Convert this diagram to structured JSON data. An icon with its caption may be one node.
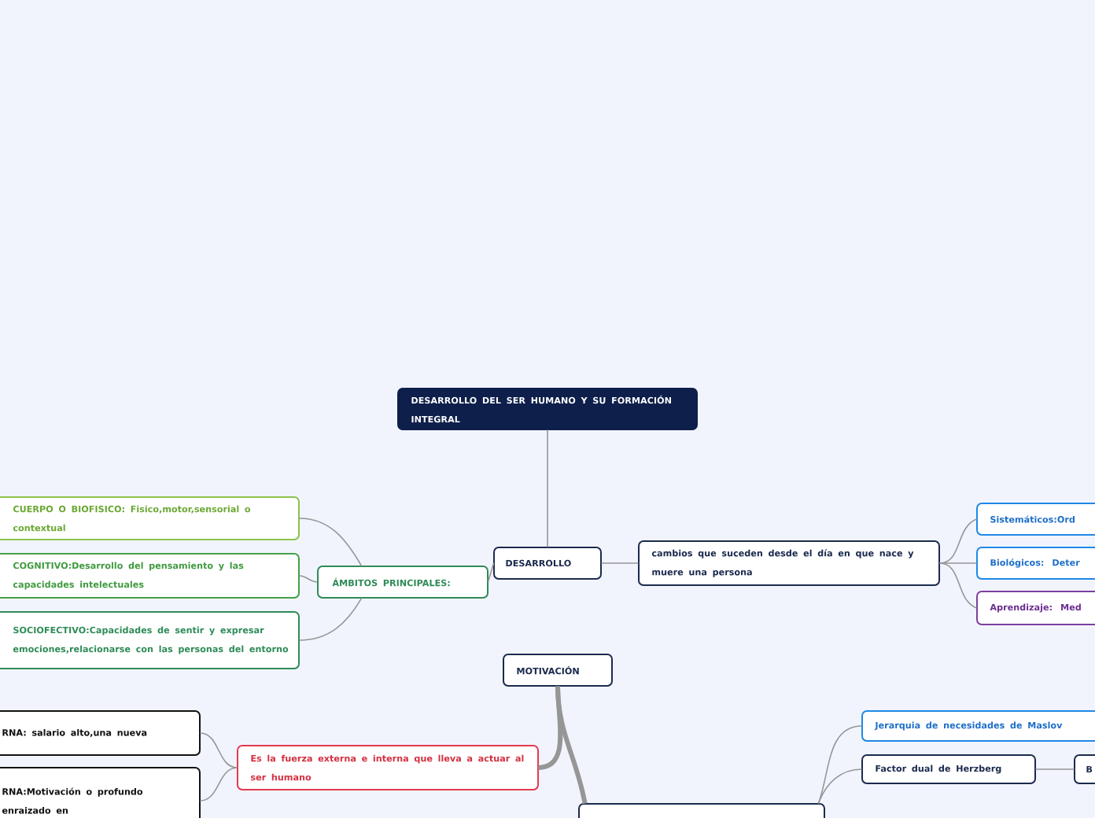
{
  "diagram": {
    "nodes": [
      {
        "text": [
          "DESARROLLO DEL SER HUMANO Y SU FORMACIÓN INTEGRAL"
        ]
      },
      {
        "text": [
          "DESARROLLO"
        ]
      },
      {
        "text": [
          "ÁMBITOS PRINCIPALES:"
        ]
      },
      {
        "text": [
          "CUERPO O BIOFISICO: Fisico,motor,sensorial o contextual"
        ]
      },
      {
        "text": [
          "COGNITIVO:Desarrollo del pensamiento y las capacidades intelectuales"
        ]
      },
      {
        "text": [
          "SOCIOFECTIVO:Capacidades de sentir y expresar emociones,relacionarse con las personas del entorno"
        ]
      },
      {
        "text": [
          "cambios que suceden desde el día en que nace y muere una persona"
        ]
      },
      {
        "text": [
          "Sistemáticos:Ord"
        ]
      },
      {
        "text": [
          "Biológicos: Deter"
        ]
      },
      {
        "text": [
          "Aprendizaje: Med"
        ]
      },
      {
        "text": [
          "MOTIVACIÓN"
        ]
      },
      {
        "text": [
          "RNA: salario alto,una nueva"
        ]
      },
      {
        "text": [
          "RNA:Motivación o profundo enraizado en"
        ]
      },
      {
        "text": [
          "Es la fuerza externa e interna que lleva a actuar al ser humano"
        ]
      },
      {
        "text": [],
        "shape": "box"
      },
      {
        "text": [
          "Jerarquia de necesidades de Maslov"
        ]
      },
      {
        "text": [
          "Factor dual de Herzberg"
        ]
      },
      {
        "text": [
          "B"
        ]
      }
    ],
    "edges": [
      {
        "from": 0,
        "to": 1,
        "arrow": "none"
      },
      {
        "from": 1,
        "to": 2,
        "arrow": "none"
      },
      {
        "from": 1,
        "to": 6,
        "arrow": "none"
      },
      {
        "from": 2,
        "to": 3,
        "arrow": "none"
      },
      {
        "from": 2,
        "to": 4,
        "arrow": "none"
      },
      {
        "from": 2,
        "to": 5,
        "arrow": "none"
      },
      {
        "from": 6,
        "to": 7,
        "arrow": "none"
      },
      {
        "from": 6,
        "to": 8,
        "arrow": "none"
      },
      {
        "from": 6,
        "to": 9,
        "arrow": "none"
      },
      {
        "from": 10,
        "to": 13,
        "arrow": "none",
        "style": "thick"
      },
      {
        "from": 10,
        "to": 14,
        "arrow": "none",
        "style": "thick"
      },
      {
        "from": 13,
        "to": 11,
        "arrow": "none"
      },
      {
        "from": 13,
        "to": 12,
        "arrow": "none"
      },
      {
        "from": 14,
        "to": 15,
        "arrow": "none"
      },
      {
        "from": 14,
        "to": 16,
        "arrow": "none"
      },
      {
        "from": 16,
        "to": 17,
        "arrow": "none"
      }
    ]
  }
}
